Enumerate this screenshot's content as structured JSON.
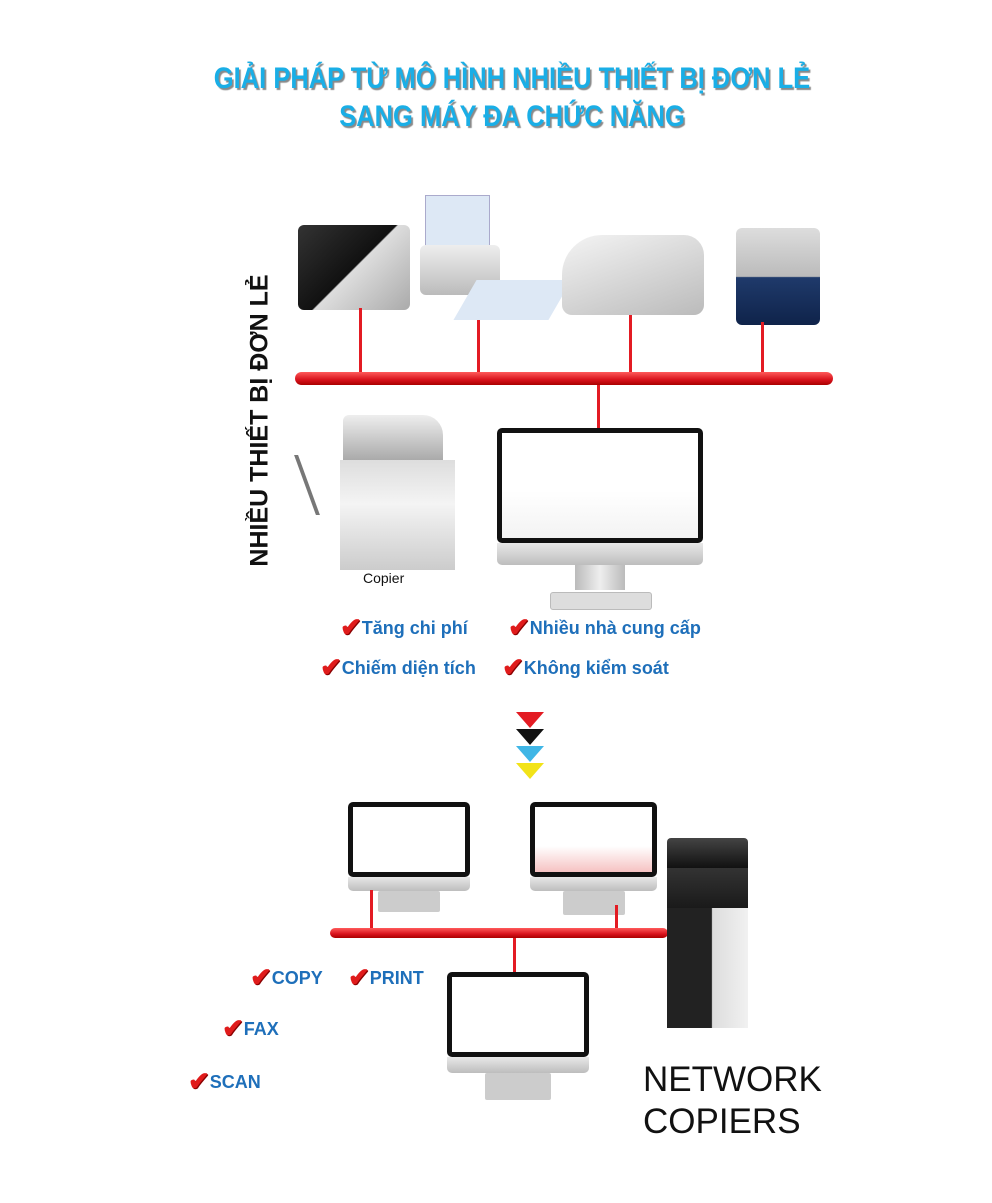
{
  "title": {
    "line1": "GIẢI PHÁP TỪ MÔ HÌNH NHIỀU THIẾT BỊ ĐƠN LẺ",
    "line2": "SANG MÁY ĐA CHỨC NĂNG"
  },
  "side_label": "NHIỀU THIẾT BỊ ĐƠN LẺ",
  "copier_label": "Copier",
  "drawbacks": [
    "Tăng chi phí",
    "Nhiều nhà cung cấp",
    "Chiếm diện tích",
    "Không kiểm soát"
  ],
  "functions": [
    "COPY",
    "PRINT",
    "FAX",
    "SCAN"
  ],
  "network": {
    "line1": "NETWORK",
    "line2": "COPIERS"
  },
  "colors": {
    "title": "#1aaee6",
    "bus": "#e31b23",
    "check_text": "#1e6fba",
    "chevrons": [
      "#e31b23",
      "#111111",
      "#3fb6e6",
      "#f2e318"
    ]
  },
  "icons": {
    "check": "red-check-mark",
    "arrow": "chevron-down"
  }
}
